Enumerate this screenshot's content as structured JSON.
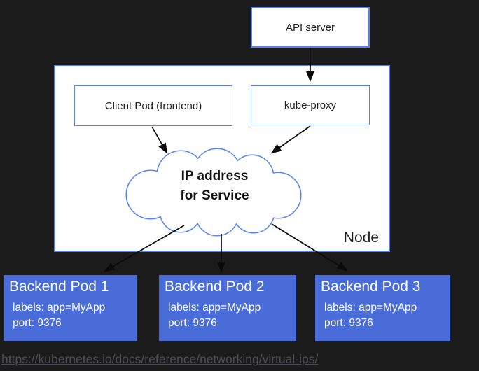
{
  "colors": {
    "bg": "#1b1b1b",
    "boxBorder": "#5b82e0",
    "boxBg": "#ffffff",
    "cloudBorder": "#5b86ee",
    "podBg": "#4a6cd9",
    "podText": "#ffffff",
    "textDark": "#1f1f1f",
    "arrow": "#0a0a0a",
    "link": "#4d4f54"
  },
  "api_server": {
    "label": "API server"
  },
  "node": {
    "label": "Node",
    "client_pod": {
      "label": "Client Pod (frontend)"
    },
    "kube_proxy": {
      "label": "kube-proxy"
    }
  },
  "service_cloud": {
    "line1": "IP address",
    "line2": "for Service"
  },
  "backend_pods": [
    {
      "title": "Backend Pod 1",
      "labels": "labels: app=MyApp",
      "port": "port: 9376"
    },
    {
      "title": "Backend Pod 2",
      "labels": "labels: app=MyApp",
      "port": "port: 9376"
    },
    {
      "title": "Backend Pod 3",
      "labels": "labels: app=MyApp",
      "port": "port: 9376"
    }
  ],
  "footer": {
    "url": "https://kubernetes.io/docs/reference/networking/virtual-ips/"
  }
}
